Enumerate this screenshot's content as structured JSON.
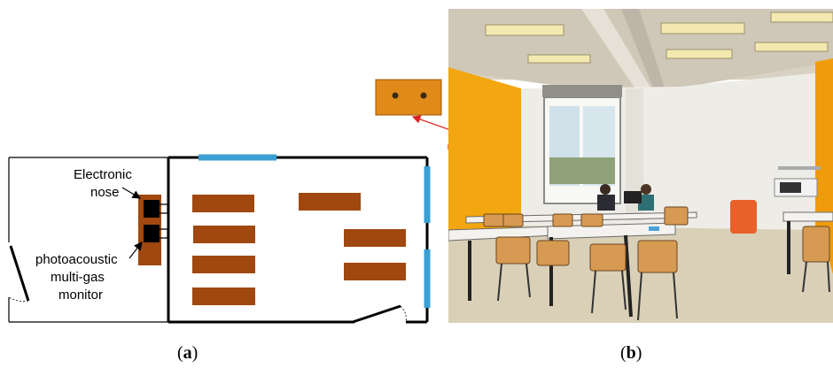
{
  "labels": {
    "electronic_nose_line1": "Electronic",
    "electronic_nose_line2": "nose",
    "pa_line1": "photoacoustic",
    "pa_line2": "multi-gas",
    "pa_line3": "monitor"
  },
  "captions": {
    "a": "a",
    "b": "b"
  },
  "colors": {
    "desk": "#a0480f",
    "window": "#3a9fd3",
    "instrument": "#000000",
    "instrument_panel": "#a0480f",
    "callout_arrow": "#e02020",
    "callout_box": "#e08a1a",
    "wall_orange": "#f2a60f"
  }
}
